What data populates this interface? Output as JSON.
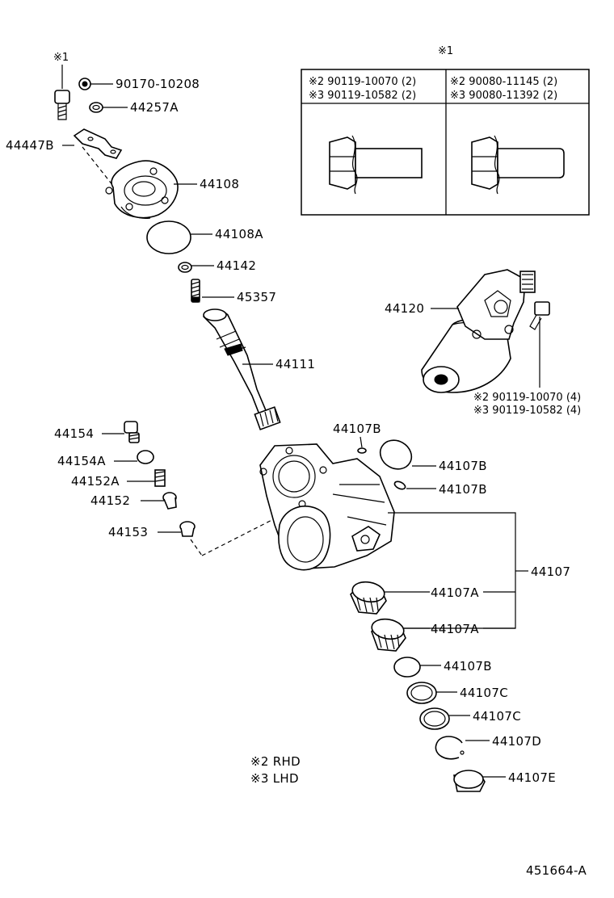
{
  "labels": {
    "mark_1_top": "※1",
    "p90170": "90170-10208",
    "p44257A": "44257A",
    "p44447B": "44447B",
    "p44108": "44108",
    "p44108A": "44108A",
    "p44142": "44142",
    "p45357": "45357",
    "p44111": "44111",
    "p44120": "44120",
    "p44154": "44154",
    "p44154A": "44154A",
    "p44152A": "44152A",
    "p44152": "44152",
    "p44153": "44153",
    "p44107B_a": "44107B",
    "p44107B_b": "44107B",
    "p44107B_c": "44107B",
    "p44107B_d": "44107B",
    "p44107": "44107",
    "p44107A_a": "44107A",
    "p44107A_b": "44107A",
    "p44107C_a": "44107C",
    "p44107C_b": "44107C",
    "p44107D": "44107D",
    "p44107E": "44107E",
    "pump_note_1": "※2 90119-10070 (4)",
    "pump_note_2": "※3 90119-10582 (4)"
  },
  "bolt_table": {
    "title": "※1",
    "left": {
      "line1": "※2  90119-10070 (2)",
      "line2": "※3  90119-10582 (2)"
    },
    "right": {
      "line1": "※2  90080-11145 (2)",
      "line2": "※3  90080-11392 (2)"
    }
  },
  "legend": {
    "rhd": "※2  RHD",
    "lhd": "※3  LHD"
  },
  "figure_id": "451664-A"
}
